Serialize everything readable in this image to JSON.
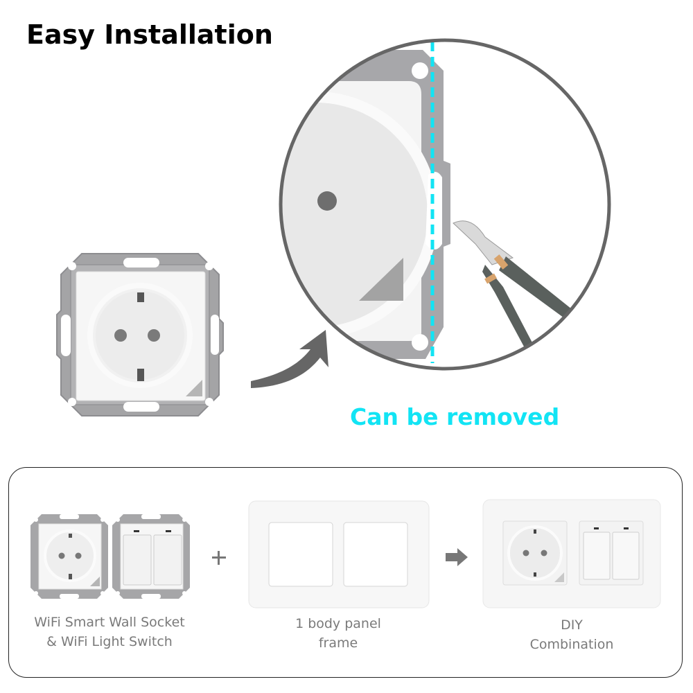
{
  "header": {
    "title": "Easy Installation"
  },
  "detail_view": {
    "label": "Can be removed",
    "accent_color": "#12e4f4",
    "outline_color": "#666666"
  },
  "combination": {
    "items": [
      {
        "caption_line1": "WiFi Smart Wall Socket",
        "caption_line2": "& WiFi Light Switch"
      },
      {
        "caption_line1": "1 body panel",
        "caption_line2": "frame"
      },
      {
        "caption_line1": "DIY",
        "caption_line2": "Combination"
      }
    ],
    "plus_symbol": "+",
    "arrow_symbol": "right-arrow"
  }
}
